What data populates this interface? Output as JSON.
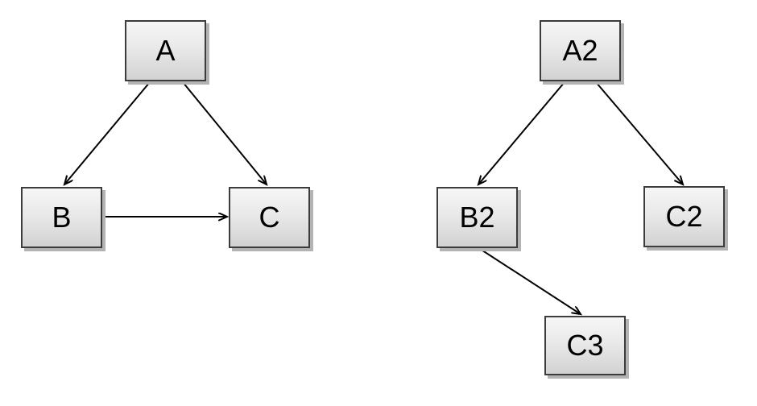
{
  "diagram": {
    "background_color": "#ffffff",
    "node_style": {
      "fill_top": "#f6f6f6",
      "fill_bottom": "#d2d2d2",
      "border_color": "#3c3c3c",
      "shadow_color": "#b3b3b3",
      "text_color": "#000000"
    },
    "edge_color": "#000000",
    "graphs": [
      {
        "name": "left-graph",
        "nodes": [
          {
            "id": "A",
            "label": "A"
          },
          {
            "id": "B",
            "label": "B"
          },
          {
            "id": "C",
            "label": "C"
          }
        ],
        "edges": [
          {
            "from": "A",
            "to": "B"
          },
          {
            "from": "A",
            "to": "C"
          },
          {
            "from": "B",
            "to": "C"
          }
        ]
      },
      {
        "name": "right-graph",
        "nodes": [
          {
            "id": "A2",
            "label": "A2"
          },
          {
            "id": "B2",
            "label": "B2"
          },
          {
            "id": "C2",
            "label": "C2"
          },
          {
            "id": "C3",
            "label": "C3"
          }
        ],
        "edges": [
          {
            "from": "A2",
            "to": "B2"
          },
          {
            "from": "A2",
            "to": "C2"
          },
          {
            "from": "B2",
            "to": "C3"
          }
        ]
      }
    ]
  }
}
